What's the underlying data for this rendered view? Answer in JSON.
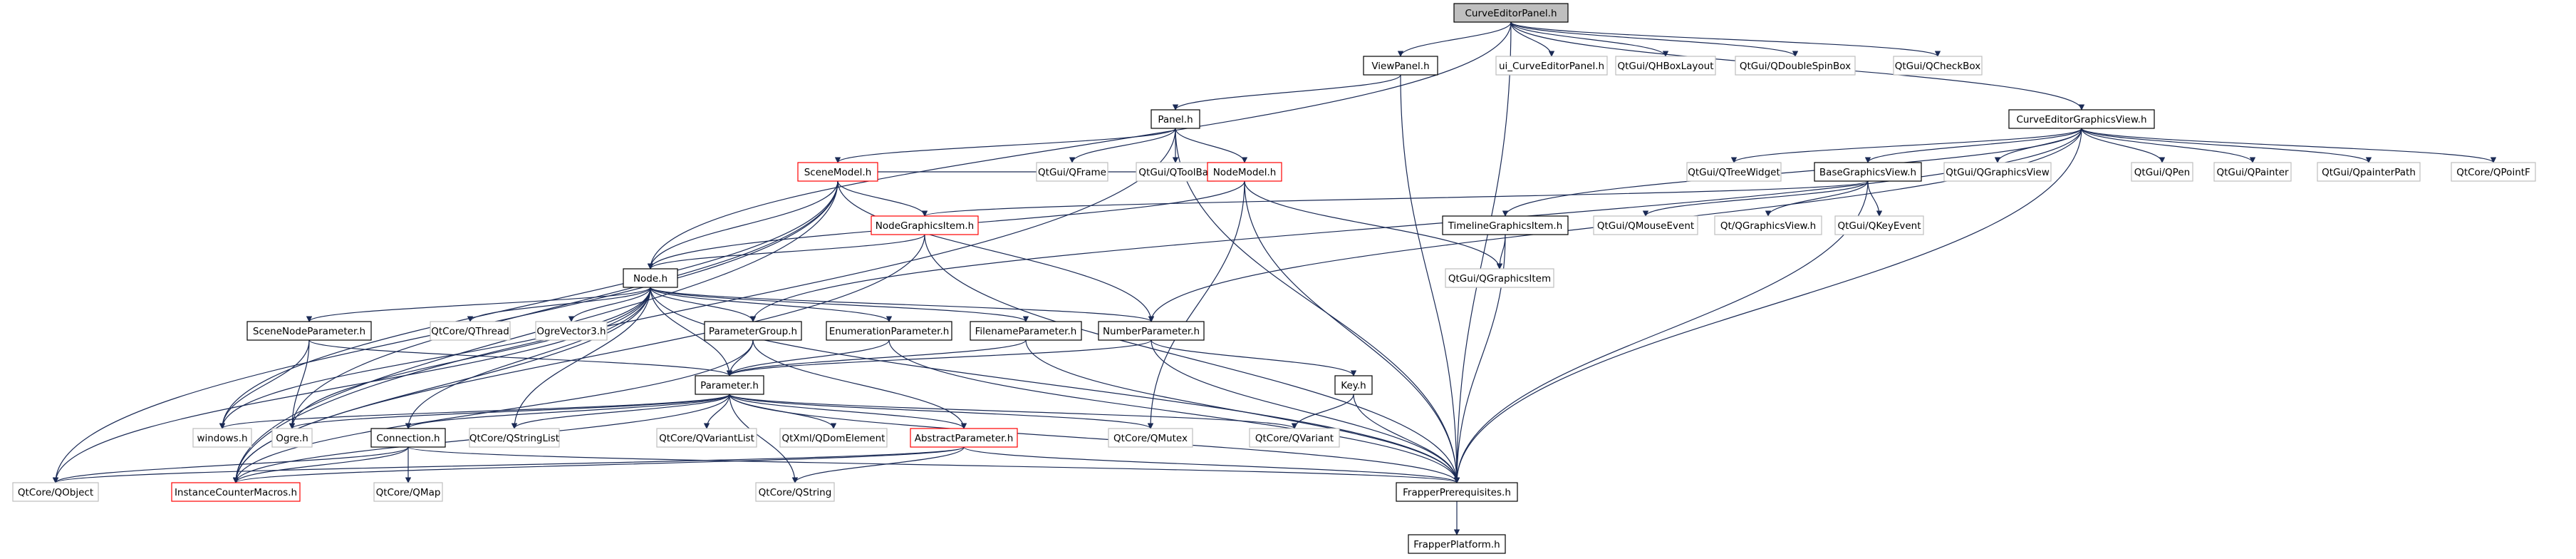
{
  "diagram": {
    "colors": {
      "background": "#ffffff",
      "edge": "#1a2a55",
      "root_fill": "#bfbfbf",
      "documented_border": "#000000",
      "external_border": "#bfbfbf",
      "incomplete_border": "#ff0000"
    },
    "nodes": [
      {
        "id": "curveeditorpanel_h",
        "label": "CurveEditorPanel.h",
        "kind": "root"
      },
      {
        "id": "viewpanel_h",
        "label": "ViewPanel.h",
        "kind": "documented"
      },
      {
        "id": "ui_curveeditorpanel_h",
        "label": "ui_CurveEditorPanel.h",
        "kind": "external"
      },
      {
        "id": "qhboxlayout",
        "label": "QtGui/QHBoxLayout",
        "kind": "external"
      },
      {
        "id": "qdoublespinbox",
        "label": "QtGui/QDoubleSpinBox",
        "kind": "external"
      },
      {
        "id": "qcheckbox",
        "label": "QtGui/QCheckBox",
        "kind": "external"
      },
      {
        "id": "panel_h",
        "label": "Panel.h",
        "kind": "documented"
      },
      {
        "id": "curveeditorgraphicsview_h",
        "label": "CurveEditorGraphicsView.h",
        "kind": "documented"
      },
      {
        "id": "scenemodel_h",
        "label": "SceneModel.h",
        "kind": "incomplete"
      },
      {
        "id": "qframe",
        "label": "QtGui/QFrame",
        "kind": "external"
      },
      {
        "id": "qtoolbar",
        "label": "QtGui/QToolBar",
        "kind": "external"
      },
      {
        "id": "nodemodel_h",
        "label": "NodeModel.h",
        "kind": "incomplete"
      },
      {
        "id": "qtreewidget",
        "label": "QtGui/QTreeWidget",
        "kind": "external"
      },
      {
        "id": "basegraphicsview_h",
        "label": "BaseGraphicsView.h",
        "kind": "documented"
      },
      {
        "id": "qgraphicsview",
        "label": "QtGui/QGraphicsView",
        "kind": "external"
      },
      {
        "id": "qpen",
        "label": "QtGui/QPen",
        "kind": "external"
      },
      {
        "id": "qpainter",
        "label": "QtGui/QPainter",
        "kind": "external"
      },
      {
        "id": "qpainterpath",
        "label": "QtGui/QpainterPath",
        "kind": "external"
      },
      {
        "id": "qpointf",
        "label": "QtCore/QPointF",
        "kind": "external"
      },
      {
        "id": "nodegraphicsitem_h",
        "label": "NodeGraphicsItem.h",
        "kind": "incomplete"
      },
      {
        "id": "timelinegraphicsitem_h",
        "label": "TimelineGraphicsItem.h",
        "kind": "documented"
      },
      {
        "id": "qmouseevent",
        "label": "QtGui/QMouseEvent",
        "kind": "external"
      },
      {
        "id": "qt_qgraphicsview_h",
        "label": "Qt/QGraphicsView.h",
        "kind": "external"
      },
      {
        "id": "qkeyevent",
        "label": "QtGui/QKeyEvent",
        "kind": "external"
      },
      {
        "id": "qgraphicsitem",
        "label": "QtGui/QGraphicsItem",
        "kind": "external"
      },
      {
        "id": "node_h",
        "label": "Node.h",
        "kind": "documented"
      },
      {
        "id": "scenenodeparameter_h",
        "label": "SceneNodeParameter.h",
        "kind": "documented"
      },
      {
        "id": "qthread",
        "label": "QtCore/QThread",
        "kind": "external"
      },
      {
        "id": "ogrevector3_h",
        "label": "OgreVector3.h",
        "kind": "external"
      },
      {
        "id": "parametergroup_h",
        "label": "ParameterGroup.h",
        "kind": "documented"
      },
      {
        "id": "enumerationparameter_h",
        "label": "EnumerationParameter.h",
        "kind": "documented"
      },
      {
        "id": "filenameparameter_h",
        "label": "FilenameParameter.h",
        "kind": "documented"
      },
      {
        "id": "numberparameter_h",
        "label": "NumberParameter.h",
        "kind": "documented"
      },
      {
        "id": "parameter_h",
        "label": "Parameter.h",
        "kind": "documented"
      },
      {
        "id": "key_h",
        "label": "Key.h",
        "kind": "documented"
      },
      {
        "id": "windows_h",
        "label": "windows.h",
        "kind": "external"
      },
      {
        "id": "ogre_h",
        "label": "Ogre.h",
        "kind": "external"
      },
      {
        "id": "connection_h",
        "label": "Connection.h",
        "kind": "documented"
      },
      {
        "id": "qstringlist",
        "label": "QtCore/QStringList",
        "kind": "external"
      },
      {
        "id": "qvariantlist",
        "label": "QtCore/QVariantList",
        "kind": "external"
      },
      {
        "id": "qdomelement",
        "label": "QtXml/QDomElement",
        "kind": "external"
      },
      {
        "id": "abstractparameter_h",
        "label": "AbstractParameter.h",
        "kind": "incomplete"
      },
      {
        "id": "qmutex",
        "label": "QtCore/QMutex",
        "kind": "external"
      },
      {
        "id": "qvariant",
        "label": "QtCore/QVariant",
        "kind": "external"
      },
      {
        "id": "qobject",
        "label": "QtCore/QObject",
        "kind": "external"
      },
      {
        "id": "instancecountermacros_h",
        "label": "InstanceCounterMacros.h",
        "kind": "incomplete"
      },
      {
        "id": "qmap",
        "label": "QtCore/QMap",
        "kind": "external"
      },
      {
        "id": "qstring",
        "label": "QtCore/QString",
        "kind": "external"
      },
      {
        "id": "frapperprerequisites_h",
        "label": "FrapperPrerequisites.h",
        "kind": "documented"
      },
      {
        "id": "frapperplatform_h",
        "label": "FrapperPlatform.h",
        "kind": "documented"
      }
    ],
    "edges": [
      [
        "curveeditorpanel_h",
        "viewpanel_h"
      ],
      [
        "curveeditorpanel_h",
        "ui_curveeditorpanel_h"
      ],
      [
        "curveeditorpanel_h",
        "qhboxlayout"
      ],
      [
        "curveeditorpanel_h",
        "qdoublespinbox"
      ],
      [
        "curveeditorpanel_h",
        "qcheckbox"
      ],
      [
        "curveeditorpanel_h",
        "curveeditorgraphicsview_h"
      ],
      [
        "curveeditorpanel_h",
        "node_h"
      ],
      [
        "curveeditorpanel_h",
        "frapperprerequisites_h"
      ],
      [
        "viewpanel_h",
        "panel_h"
      ],
      [
        "viewpanel_h",
        "frapperprerequisites_h"
      ],
      [
        "panel_h",
        "scenemodel_h"
      ],
      [
        "panel_h",
        "qframe"
      ],
      [
        "panel_h",
        "qtoolbar"
      ],
      [
        "panel_h",
        "nodemodel_h"
      ],
      [
        "panel_h",
        "instancecountermacros_h"
      ],
      [
        "panel_h",
        "frapperprerequisites_h"
      ],
      [
        "curveeditorgraphicsview_h",
        "qtreewidget"
      ],
      [
        "curveeditorgraphicsview_h",
        "basegraphicsview_h"
      ],
      [
        "curveeditorgraphicsview_h",
        "qgraphicsview"
      ],
      [
        "curveeditorgraphicsview_h",
        "qpen"
      ],
      [
        "curveeditorgraphicsview_h",
        "qpainter"
      ],
      [
        "curveeditorgraphicsview_h",
        "qpainterpath"
      ],
      [
        "curveeditorgraphicsview_h",
        "qpointf"
      ],
      [
        "curveeditorgraphicsview_h",
        "timelinegraphicsitem_h"
      ],
      [
        "curveeditorgraphicsview_h",
        "numberparameter_h"
      ],
      [
        "curveeditorgraphicsview_h",
        "parametergroup_h"
      ],
      [
        "curveeditorgraphicsview_h",
        "frapperprerequisites_h"
      ],
      [
        "scenemodel_h",
        "nodegraphicsitem_h"
      ],
      [
        "scenemodel_h",
        "nodemodel_h"
      ],
      [
        "scenemodel_h",
        "numberparameter_h"
      ],
      [
        "scenemodel_h",
        "node_h"
      ],
      [
        "scenemodel_h",
        "ogre_h"
      ],
      [
        "scenemodel_h",
        "windows_h"
      ],
      [
        "scenemodel_h",
        "qobject"
      ],
      [
        "scenemodel_h",
        "instancecountermacros_h"
      ],
      [
        "basegraphicsview_h",
        "nodegraphicsitem_h"
      ],
      [
        "basegraphicsview_h",
        "qmouseevent"
      ],
      [
        "basegraphicsview_h",
        "qt_qgraphicsview_h"
      ],
      [
        "basegraphicsview_h",
        "qkeyevent"
      ],
      [
        "basegraphicsview_h",
        "frapperprerequisites_h"
      ],
      [
        "timelinegraphicsitem_h",
        "qgraphicsitem"
      ],
      [
        "timelinegraphicsitem_h",
        "frapperprerequisites_h"
      ],
      [
        "nodegraphicsitem_h",
        "node_h"
      ],
      [
        "nodegraphicsitem_h",
        "instancecountermacros_h"
      ],
      [
        "nodegraphicsitem_h",
        "frapperprerequisites_h"
      ],
      [
        "nodemodel_h",
        "node_h"
      ],
      [
        "nodemodel_h",
        "qgraphicsitem"
      ],
      [
        "nodemodel_h",
        "qmutex"
      ],
      [
        "nodemodel_h",
        "frapperprerequisites_h"
      ],
      [
        "node_h",
        "scenenodeparameter_h"
      ],
      [
        "node_h",
        "qthread"
      ],
      [
        "node_h",
        "ogrevector3_h"
      ],
      [
        "node_h",
        "parametergroup_h"
      ],
      [
        "node_h",
        "enumerationparameter_h"
      ],
      [
        "node_h",
        "filenameparameter_h"
      ],
      [
        "node_h",
        "numberparameter_h"
      ],
      [
        "node_h",
        "parameter_h"
      ],
      [
        "node_h",
        "connection_h"
      ],
      [
        "node_h",
        "qstringlist"
      ],
      [
        "node_h",
        "ogre_h"
      ],
      [
        "node_h",
        "windows_h"
      ],
      [
        "node_h",
        "qobject"
      ],
      [
        "node_h",
        "instancecountermacros_h"
      ],
      [
        "node_h",
        "frapperprerequisites_h"
      ],
      [
        "scenenodeparameter_h",
        "parameter_h"
      ],
      [
        "scenenodeparameter_h",
        "ogre_h"
      ],
      [
        "scenenodeparameter_h",
        "windows_h"
      ],
      [
        "parametergroup_h",
        "parameter_h"
      ],
      [
        "parametergroup_h",
        "abstractparameter_h"
      ],
      [
        "parametergroup_h",
        "instancecountermacros_h"
      ],
      [
        "enumerationparameter_h",
        "parameter_h"
      ],
      [
        "enumerationparameter_h",
        "frapperprerequisites_h"
      ],
      [
        "filenameparameter_h",
        "parameter_h"
      ],
      [
        "filenameparameter_h",
        "frapperprerequisites_h"
      ],
      [
        "numberparameter_h",
        "parameter_h"
      ],
      [
        "numberparameter_h",
        "key_h"
      ],
      [
        "numberparameter_h",
        "frapperprerequisites_h"
      ],
      [
        "key_h",
        "qvariant"
      ],
      [
        "key_h",
        "frapperprerequisites_h"
      ],
      [
        "parameter_h",
        "abstractparameter_h"
      ],
      [
        "parameter_h",
        "connection_h"
      ],
      [
        "parameter_h",
        "windows_h"
      ],
      [
        "parameter_h",
        "ogre_h"
      ],
      [
        "parameter_h",
        "qstringlist"
      ],
      [
        "parameter_h",
        "qvariantlist"
      ],
      [
        "parameter_h",
        "qdomelement"
      ],
      [
        "parameter_h",
        "qmutex"
      ],
      [
        "parameter_h",
        "qvariant"
      ],
      [
        "parameter_h",
        "qstring"
      ],
      [
        "parameter_h",
        "instancecountermacros_h"
      ],
      [
        "parameter_h",
        "frapperprerequisites_h"
      ],
      [
        "connection_h",
        "qmap"
      ],
      [
        "connection_h",
        "instancecountermacros_h"
      ],
      [
        "connection_h",
        "qobject"
      ],
      [
        "connection_h",
        "frapperprerequisites_h"
      ],
      [
        "abstractparameter_h",
        "qstring"
      ],
      [
        "abstractparameter_h",
        "frapperprerequisites_h"
      ],
      [
        "abstractparameter_h",
        "qobject"
      ],
      [
        "abstractparameter_h",
        "instancecountermacros_h"
      ],
      [
        "frapperprerequisites_h",
        "frapperplatform_h"
      ]
    ]
  }
}
